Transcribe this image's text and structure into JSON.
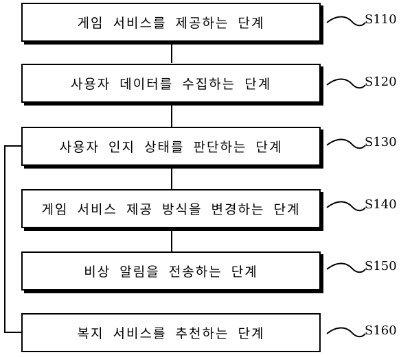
{
  "steps": [
    {
      "id": "S110",
      "text": "게임 서비스를 제공하는 단계"
    },
    {
      "id": "S120",
      "text": "사용자 데이터를 수집하는 단계"
    },
    {
      "id": "S130",
      "text": "사용자 인지 상태를 판단하는 단계"
    },
    {
      "id": "S140",
      "text": "게임 서비스 제공 방식을 변경하는 단계"
    },
    {
      "id": "S150",
      "text": "비상 알림을 전송하는 단계"
    },
    {
      "id": "S160",
      "text": "복지 서비스를 추천하는 단계"
    }
  ]
}
